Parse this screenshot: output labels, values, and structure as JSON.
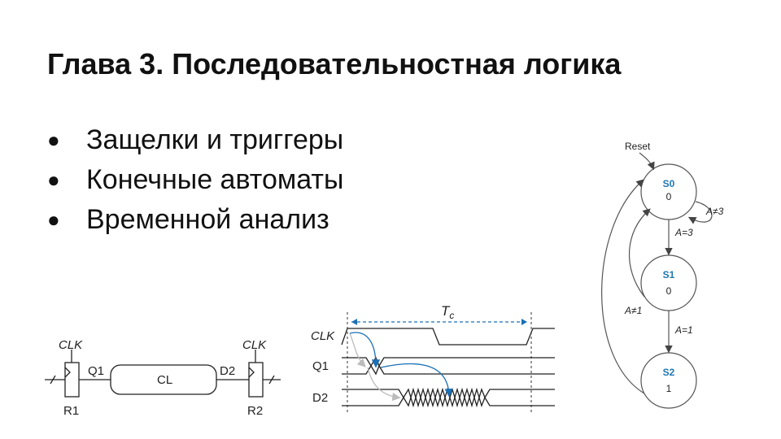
{
  "slide": {
    "title": "Глава 3. Последовательностная логика",
    "bullets": [
      "Защелки и триггеры",
      "Конечные автоматы",
      "Временной анализ"
    ],
    "bullet_glyph": "●"
  },
  "pipeline": {
    "clk_left": "CLK",
    "clk_right": "CLK",
    "q1": "Q1",
    "d2": "D2",
    "cl": "CL",
    "r1": "R1",
    "r2": "R2"
  },
  "timing": {
    "period": "T",
    "period_sub": "c",
    "clk": "CLK",
    "q1": "Q1",
    "d2": "D2"
  },
  "fsm": {
    "reset": "Reset",
    "states": [
      {
        "name": "S0",
        "output": "0"
      },
      {
        "name": "S1",
        "output": "0"
      },
      {
        "name": "S2",
        "output": "1"
      }
    ],
    "edges": {
      "self_loop": "A≠3",
      "s0_s1": "A=3",
      "s1_s2": "A=1",
      "s1_s0": "A≠1"
    }
  },
  "colors": {
    "state_name": "#1f77b4",
    "timing_arrow": "#1a6fb5",
    "gray_arrow": "#bbbbbb"
  }
}
